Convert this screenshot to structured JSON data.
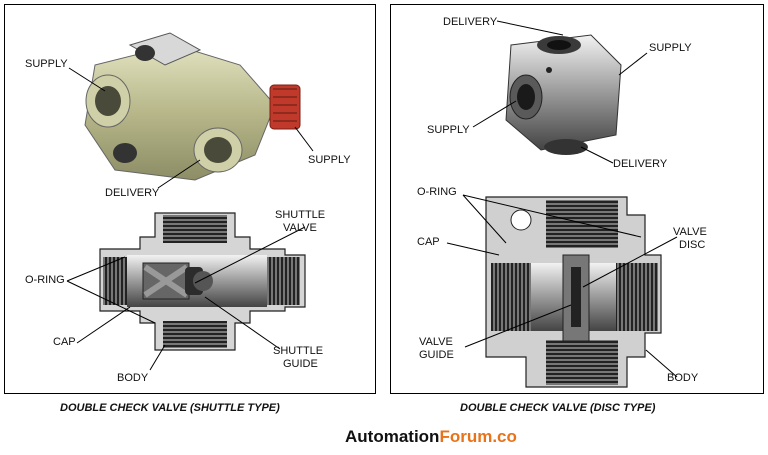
{
  "left_panel": {
    "labels": {
      "supply_top": "SUPPLY",
      "supply_right": "SUPPLY",
      "delivery": "DELIVERY",
      "shuttle_valve": [
        "SHUTTLE",
        "VALVE"
      ],
      "o_ring": "O-RING",
      "cap": "CAP",
      "body": "BODY",
      "shuttle_guide": [
        "SHUTTLE",
        "GUIDE"
      ]
    },
    "caption": "DOUBLE CHECK VALVE (SHUTTLE TYPE)"
  },
  "right_panel": {
    "labels": {
      "delivery_top": "DELIVERY",
      "supply_right": "SUPPLY",
      "supply_left": "SUPPLY",
      "delivery_bottom": "DELIVERY",
      "o_ring": "O-RING",
      "cap": "CAP",
      "valve_disc": [
        "VALVE",
        "DISC"
      ],
      "valve_guide": [
        "VALVE",
        "GUIDE"
      ],
      "body": "BODY"
    },
    "caption": "DOUBLE CHECK VALVE (DISC TYPE)"
  },
  "brand": {
    "part1": "Automation",
    "part2": "Forum.co"
  },
  "colors": {
    "brand_orange": "#e8731a",
    "valve_body": "#c9c9a2",
    "fitting_red": "#c0392b"
  }
}
